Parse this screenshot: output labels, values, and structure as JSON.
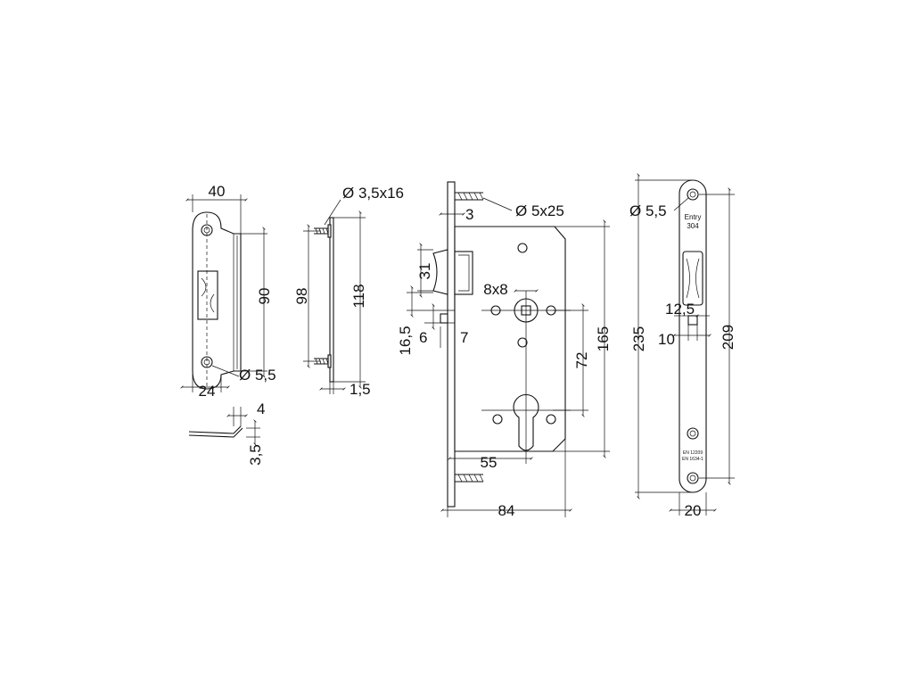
{
  "strike_plate": {
    "width": "40",
    "height": "90",
    "hole_diameter": "Ø 5,5",
    "offset": "24"
  },
  "strike_profile": {
    "bend": "4",
    "depth": "3,5"
  },
  "faceplate_side": {
    "screw": "Ø 3,5x16",
    "inner_height": "98",
    "outer_height": "118",
    "thickness": "1,5"
  },
  "lock_body": {
    "screw": "Ø 5x25",
    "plate_thickness": "3",
    "latch_height": "31",
    "spindle": "8x8",
    "dim_16_5": "16,5",
    "dim_6": "6",
    "dim_7": "7",
    "center_distance": "72",
    "body_height": "165",
    "backset": "55",
    "depth": "84"
  },
  "forend": {
    "hole_diameter": "Ø 5,5",
    "marking": [
      "Entry",
      "304"
    ],
    "certification": [
      "EN 12209",
      "EN 1634-1"
    ],
    "latch_offset": "12,5",
    "bolt_offset": "10",
    "length": "235",
    "hole_spacing": "209",
    "width": "20"
  }
}
